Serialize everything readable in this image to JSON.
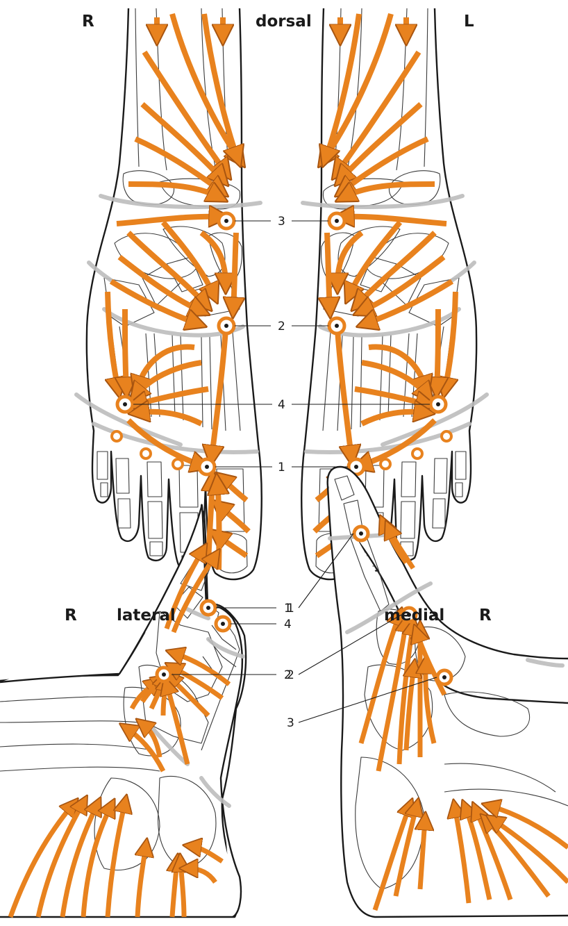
{
  "views": {
    "dorsal": {
      "title": "dorsal",
      "side_left": "R",
      "side_right": "L"
    },
    "lateral": {
      "title": "lateral",
      "side": "R"
    },
    "medial": {
      "title": "medial",
      "side": "R"
    }
  },
  "node_labels": {
    "dorsal": [
      "3",
      "2",
      "4",
      "1"
    ],
    "lateral": [
      "1",
      "4",
      "2"
    ],
    "medial": [
      "1",
      "2",
      "3"
    ]
  },
  "colors": {
    "arrow": "#e8821e",
    "arrow_stroke": "#a85510",
    "outline": "#1a1a1a",
    "zone_line": "#bdbdbd",
    "node_ring": "#e8821e"
  },
  "icons": {
    "node": "lymph-node-icon",
    "arrow": "lymph-flow-arrow-icon"
  }
}
